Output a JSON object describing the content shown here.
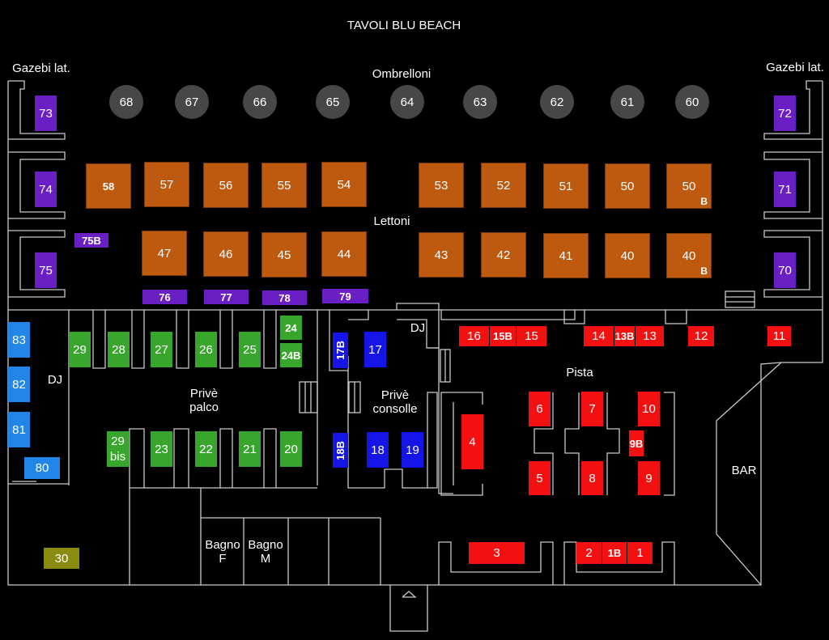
{
  "title": "TAVOLI BLU BEACH",
  "labels": {
    "gazebi_left": "Gazebi lat.",
    "gazebi_right": "Gazebi lat.",
    "ombrelloni": "Ombrelloni",
    "lettoni": "Lettoni",
    "dj_left": "DJ",
    "dj_center": "DJ",
    "prive_palco_1": "Privè",
    "prive_palco_2": "palco",
    "prive_consolle_1": "Privè",
    "prive_consolle_2": "consolle",
    "pista": "Pista",
    "bar": "BAR",
    "bagno_f_1": "Bagno",
    "bagno_f_2": "F",
    "bagno_m_1": "Bagno",
    "bagno_m_2": "M"
  },
  "colors": {
    "ombrelloni": "#474747",
    "lettoni": "#bd5a10",
    "gazebi": "#6a1fc4",
    "prive_palco": "#38a62c",
    "prive_consolle": "#1515e8",
    "dj_area": "#2286e8",
    "pista": "#f21010",
    "other": "#8a8c10"
  },
  "tables": {
    "t68": "68",
    "t67": "67",
    "t66": "66",
    "t65": "65",
    "t64": "64",
    "t63": "63",
    "t62": "62",
    "t61": "61",
    "t60": "60",
    "t73": "73",
    "t74": "74",
    "t75": "75",
    "t72": "72",
    "t71": "71",
    "t70": "70",
    "t58": "58",
    "t57": "57",
    "t56": "56",
    "t55": "55",
    "t54": "54",
    "t53": "53",
    "t52": "52",
    "t51": "51",
    "t50": "50",
    "t50b": "50",
    "t50b_sub": "B",
    "t47": "47",
    "t46": "46",
    "t45": "45",
    "t44": "44",
    "t43": "43",
    "t42": "42",
    "t41": "41",
    "t40": "40",
    "t40b": "40",
    "t40b_sub": "B",
    "t75b": "75B",
    "t76": "76",
    "t77": "77",
    "t78": "78",
    "t79": "79",
    "t83": "83",
    "t82": "82",
    "t81": "81",
    "t80": "80",
    "t29": "29",
    "t28": "28",
    "t27": "27",
    "t26": "26",
    "t25": "25",
    "t24": "24",
    "t24b": "24B",
    "t29bis_1": "29",
    "t29bis_2": "bis",
    "t23": "23",
    "t22": "22",
    "t21": "21",
    "t20": "20",
    "t17b": "17B",
    "t17": "17",
    "t18b": "18B",
    "t18": "18",
    "t19": "19",
    "t16": "16",
    "t15b": "15B",
    "t15": "15",
    "t14": "14",
    "t13b": "13B",
    "t13": "13",
    "t12": "12",
    "t11": "11",
    "t6": "6",
    "t7": "7",
    "t10": "10",
    "t9b": "9B",
    "t4": "4",
    "t5": "5",
    "t8": "8",
    "t9": "9",
    "t3": "3",
    "t2": "2",
    "t1b": "1B",
    "t1": "1",
    "t30": "30"
  }
}
